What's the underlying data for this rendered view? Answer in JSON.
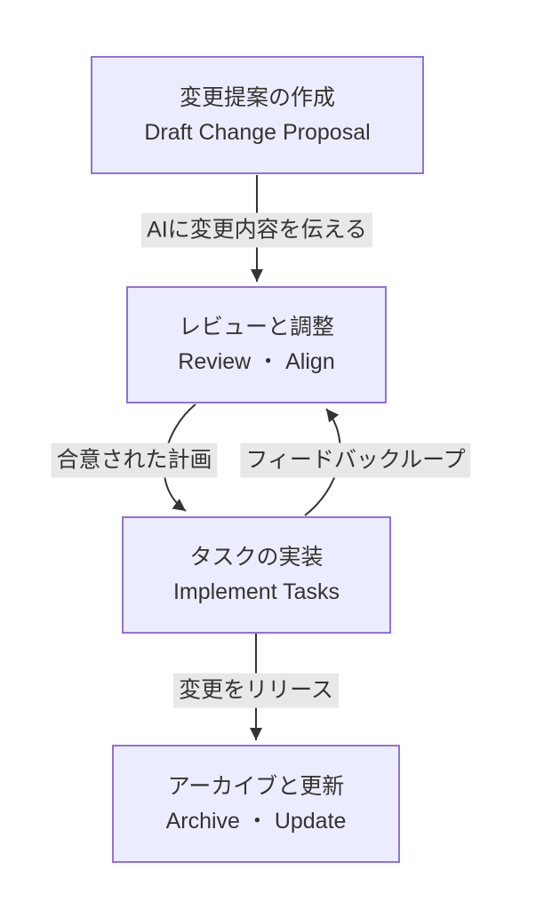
{
  "theme": {
    "canvas_bg": "#ffffff",
    "node_fill": "#ECECFF",
    "node_border": "#9370DB",
    "text_color": "#333333",
    "edge_color": "#333333",
    "edge_label_bg": "#e8e8e8"
  },
  "diagram": {
    "type": "flowchart-top-down",
    "nodes": [
      {
        "line1": "変更提案の作成",
        "line2": "Draft Change Proposal"
      },
      {
        "line1": "レビューと調整",
        "line2": "Review ・ Align"
      },
      {
        "line1": "タスクの実装",
        "line2": "Implement Tasks"
      },
      {
        "line1": "アーカイブと更新",
        "line2": "Archive ・ Update"
      }
    ],
    "edge_labels": [
      {
        "label": "AIに変更内容を伝える"
      },
      {
        "label": "合意された計画"
      },
      {
        "label": "フィードバックループ"
      },
      {
        "label": "変更をリリース"
      }
    ]
  }
}
